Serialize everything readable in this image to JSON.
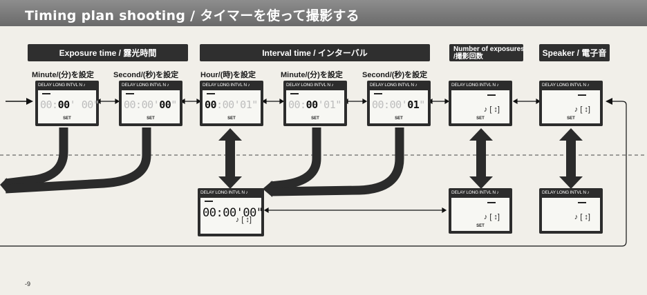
{
  "title": "Timing plan shooting / タイマーを使って撮影する",
  "sections": {
    "exposure": "Exposure time / 露光時間",
    "interval": "Interval time / インターバル",
    "number_line1": "Number of exposures",
    "number_line2": "/撮影回数",
    "speaker": "Speaker / 電子音"
  },
  "subs": {
    "ex_min": "Minute/(分)を設定",
    "ex_sec": "Second/(秒)を設定",
    "int_hour": "Hour/(時)を設定",
    "int_min": "Minute/(分)を設定",
    "int_sec": "Second/(秒)を設定"
  },
  "lcd": {
    "indicators": "DELAY LONG INTVL   N      ♪",
    "set": "SET",
    "speaker_bracket": "♪ [    ↕]",
    "d1a": "00:",
    "d1b": "00",
    "d1c": "' 00\"",
    "d2a": "00:00'",
    "d2b": "00",
    "d2c": "\"",
    "d3a": "",
    "d3b": "00",
    "d3c": ":00'01\"",
    "d4a": "00:",
    "d4b": "00",
    "d4c": "'01\"",
    "d5a": "00:00'",
    "d5b": "01",
    "d5c": "\"",
    "big": "00:00'00\""
  },
  "page_number": "-9"
}
